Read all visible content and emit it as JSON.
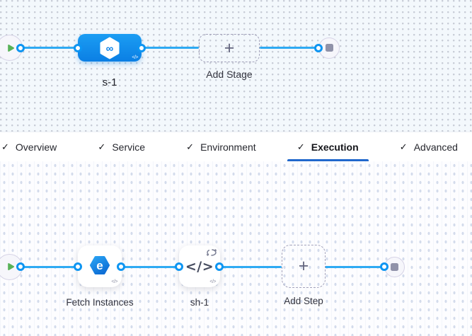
{
  "colors": {
    "accent_blue": "#0278d5",
    "tab_underline_blue": "#2168cc",
    "connector_blue": "#2eaaf3",
    "stage_node_blue": "#0b86ec",
    "success_green": "#58b258",
    "terminal_gray": "#9092a9"
  },
  "icons": {
    "checkmark": "✓",
    "plus": "+",
    "infinity": "∞",
    "code": "</>",
    "fetch_glyph": "e"
  },
  "stage_builder": {
    "stage_name": "s-1",
    "add_stage_label": "Add Stage"
  },
  "tabs": [
    {
      "label": "Overview",
      "checked": true,
      "active": false
    },
    {
      "label": "Service",
      "checked": true,
      "active": false
    },
    {
      "label": "Environment",
      "checked": true,
      "active": false
    },
    {
      "label": "Execution",
      "checked": true,
      "active": true
    },
    {
      "label": "Advanced",
      "checked": true,
      "active": false
    }
  ],
  "execution_builder": {
    "steps": [
      {
        "name": "Fetch Instances"
      },
      {
        "name": "sh-1"
      }
    ],
    "add_step_label": "Add Step"
  }
}
